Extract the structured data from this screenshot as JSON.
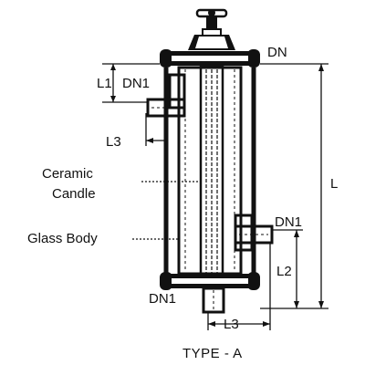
{
  "diagram": {
    "labels": {
      "dn_top_right": "DN",
      "l1": "L1",
      "dn1_top_left": "DN1",
      "l3_left": "L3",
      "ceramic_candle_line1": "Ceramic",
      "ceramic_candle_line2": "Candle",
      "glass_body": "Glass Body",
      "l_overall": "L",
      "dn1_right": "DN1",
      "l2": "L2",
      "dn1_bottom": "DN1",
      "l3_bottom": "L3"
    },
    "caption": "TYPE - A"
  }
}
